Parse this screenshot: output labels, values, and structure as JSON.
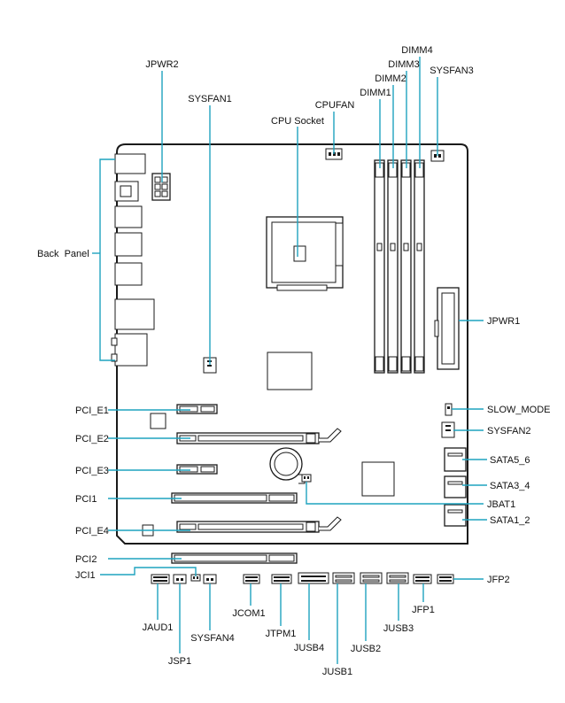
{
  "labels": {
    "jpwr2": "JPWR2",
    "sysfan1": "SYSFAN1",
    "cpufan": "CPUFAN",
    "cpu_socket": "CPU Socket",
    "dimm4": "DIMM4",
    "dimm3": "DIMM3",
    "dimm2": "DIMM2",
    "dimm1": "DIMM1",
    "sysfan3": "SYSFAN3",
    "back_panel": "Back  Panel",
    "jpwr1": "JPWR1",
    "pci_e1": "PCI_E1",
    "slow_mode": "SLOW_MODE",
    "pci_e2": "PCI_E2",
    "sysfan2": "SYSFAN2",
    "sata5_6": "SATA5_6",
    "pci_e3": "PCI_E3",
    "sata3_4": "SATA3_4",
    "pci1": "PCI1",
    "jbat1": "JBAT1",
    "pci_e4": "PCI_E4",
    "sata1_2": "SATA1_2",
    "pci2": "PCI2",
    "jci1": "JCI1",
    "jfp2": "JFP2",
    "jaud1": "JAUD1",
    "sysfan4": "SYSFAN4",
    "jcom1": "JCOM1",
    "jtpm1": "JTPM1",
    "jfp1": "JFP1",
    "jsp1": "JSP1",
    "jusb4": "JUSB4",
    "jusb2": "JUSB2",
    "jusb3": "JUSB3",
    "jusb1": "JUSB1"
  },
  "colors": {
    "leader": "#1fa3bf",
    "outline": "#1a1a1a",
    "text": "#111111",
    "background": "#ffffff"
  }
}
